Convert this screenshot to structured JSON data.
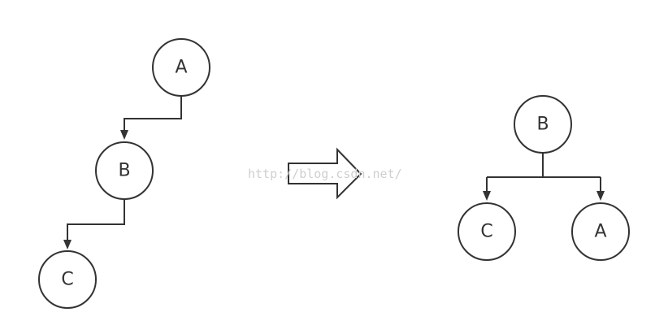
{
  "left_tree": {
    "nodes": [
      "A",
      "B",
      "C"
    ]
  },
  "right_tree": {
    "nodes": [
      "B",
      "C",
      "A"
    ]
  },
  "watermark": "http://blog.csdn.net/",
  "colors": {
    "stroke": "#333333",
    "watermark": "#cfcfcf",
    "background": "#ffffff"
  }
}
